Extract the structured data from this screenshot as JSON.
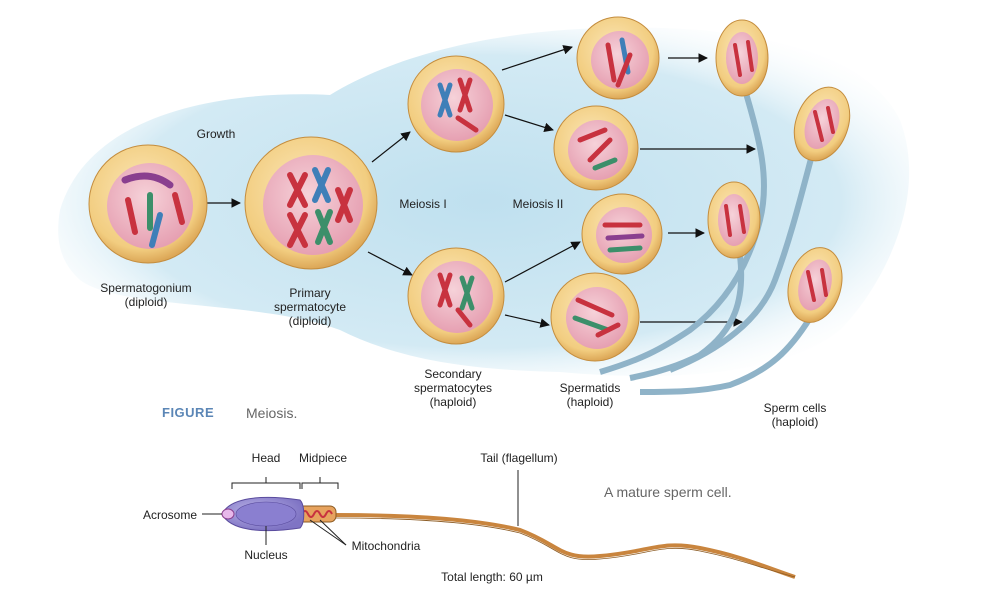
{
  "labels": {
    "growth": "Growth",
    "meiosis1": "Meiosis I",
    "meiosis2": "Meiosis II",
    "spermatogonium": "Spermatogonium",
    "spermatogonium_ploidy": "(diploid)",
    "primary_line1": "Primary",
    "primary_line2": "spermatocyte",
    "primary_ploidy": "(diploid)",
    "secondary_line1": "Secondary",
    "secondary_line2": "spermatocytes",
    "secondary_ploidy": "(haploid)",
    "spermatids": "Spermatids",
    "spermatids_ploidy": "(haploid)",
    "sperm_cells": "Sperm cells",
    "sperm_cells_ploidy": "(haploid)"
  },
  "figure": {
    "tag": "FIGURE",
    "caption": "Meiosis."
  },
  "sperm_diagram": {
    "head": "Head",
    "midpiece": "Midpiece",
    "tail": "Tail (flagellum)",
    "acrosome": "Acrosome",
    "nucleus": "Nucleus",
    "mitochondria": "Mitochondria",
    "total_length": "Total length: 60 µm",
    "caption": "A mature sperm cell."
  },
  "colors": {
    "background_wash": "#c9e4f0",
    "cell_outer": "#f6d89a",
    "cell_nucleus": "#f1b9c5",
    "chromosome_red": "#c8323f",
    "chromosome_blue": "#3f7fb8",
    "chromosome_green": "#3c8f6a",
    "chromosome_purple": "#8a3f8f",
    "sperm_head": "#9e95d6",
    "sperm_tail": "#c9853e",
    "figure_tag": "#5b86b6"
  }
}
